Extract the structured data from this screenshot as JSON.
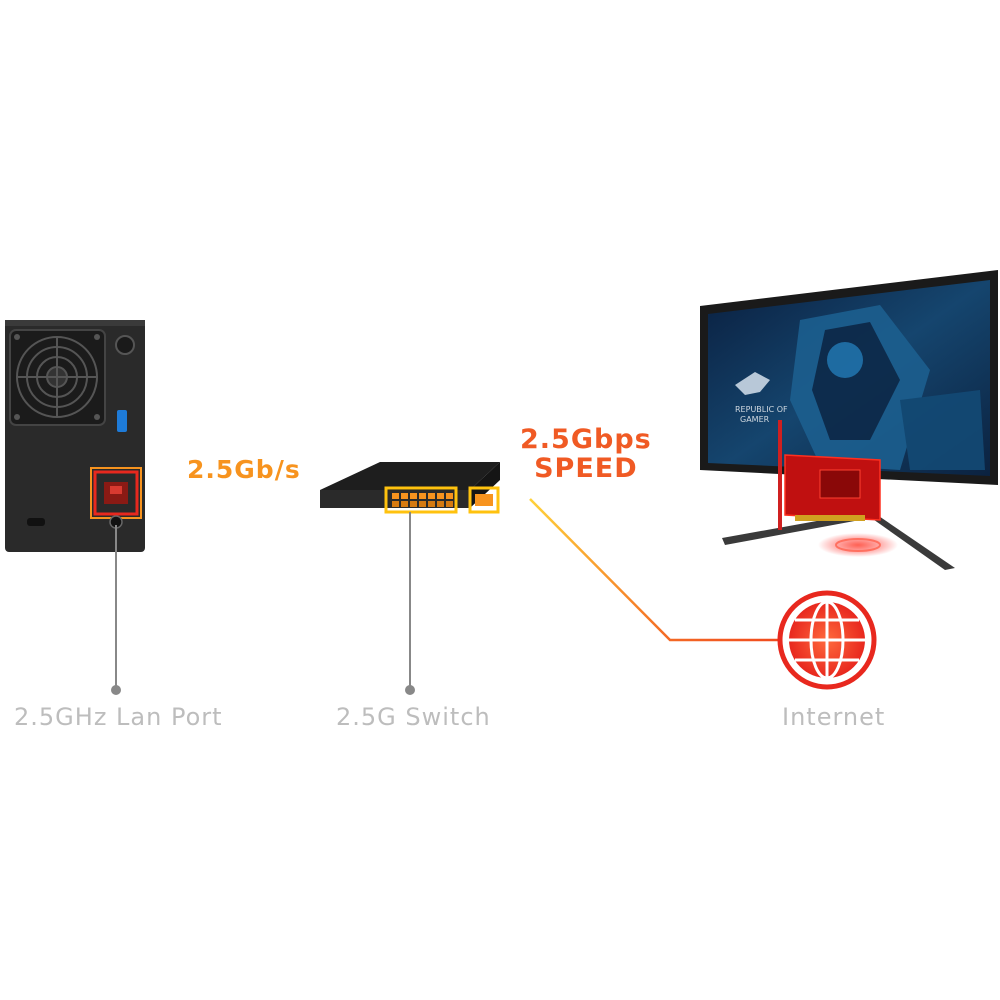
{
  "labels": {
    "nas_port": "2.5GHz Lan Port",
    "switch": "2.5G Switch",
    "internet": "Internet",
    "link_speed": "2.5Gb/s",
    "pc_speed_line1": "2.5Gbps",
    "pc_speed_line2": "SPEED"
  },
  "logos": {
    "monitor_brand_line1": "REPUBLIC OF",
    "monitor_brand_line2": "GAMER"
  },
  "colors": {
    "accent_orange": "#f7931e",
    "accent_red": "#e8281e",
    "accent_yellow": "#ffc20e",
    "caption_gray": "#bdbdbd",
    "device_dark": "#2a2a2a"
  },
  "icons": [
    "fan-icon",
    "usb-port-icon",
    "lan-port-icon",
    "globe-icon",
    "rog-logo-icon"
  ]
}
